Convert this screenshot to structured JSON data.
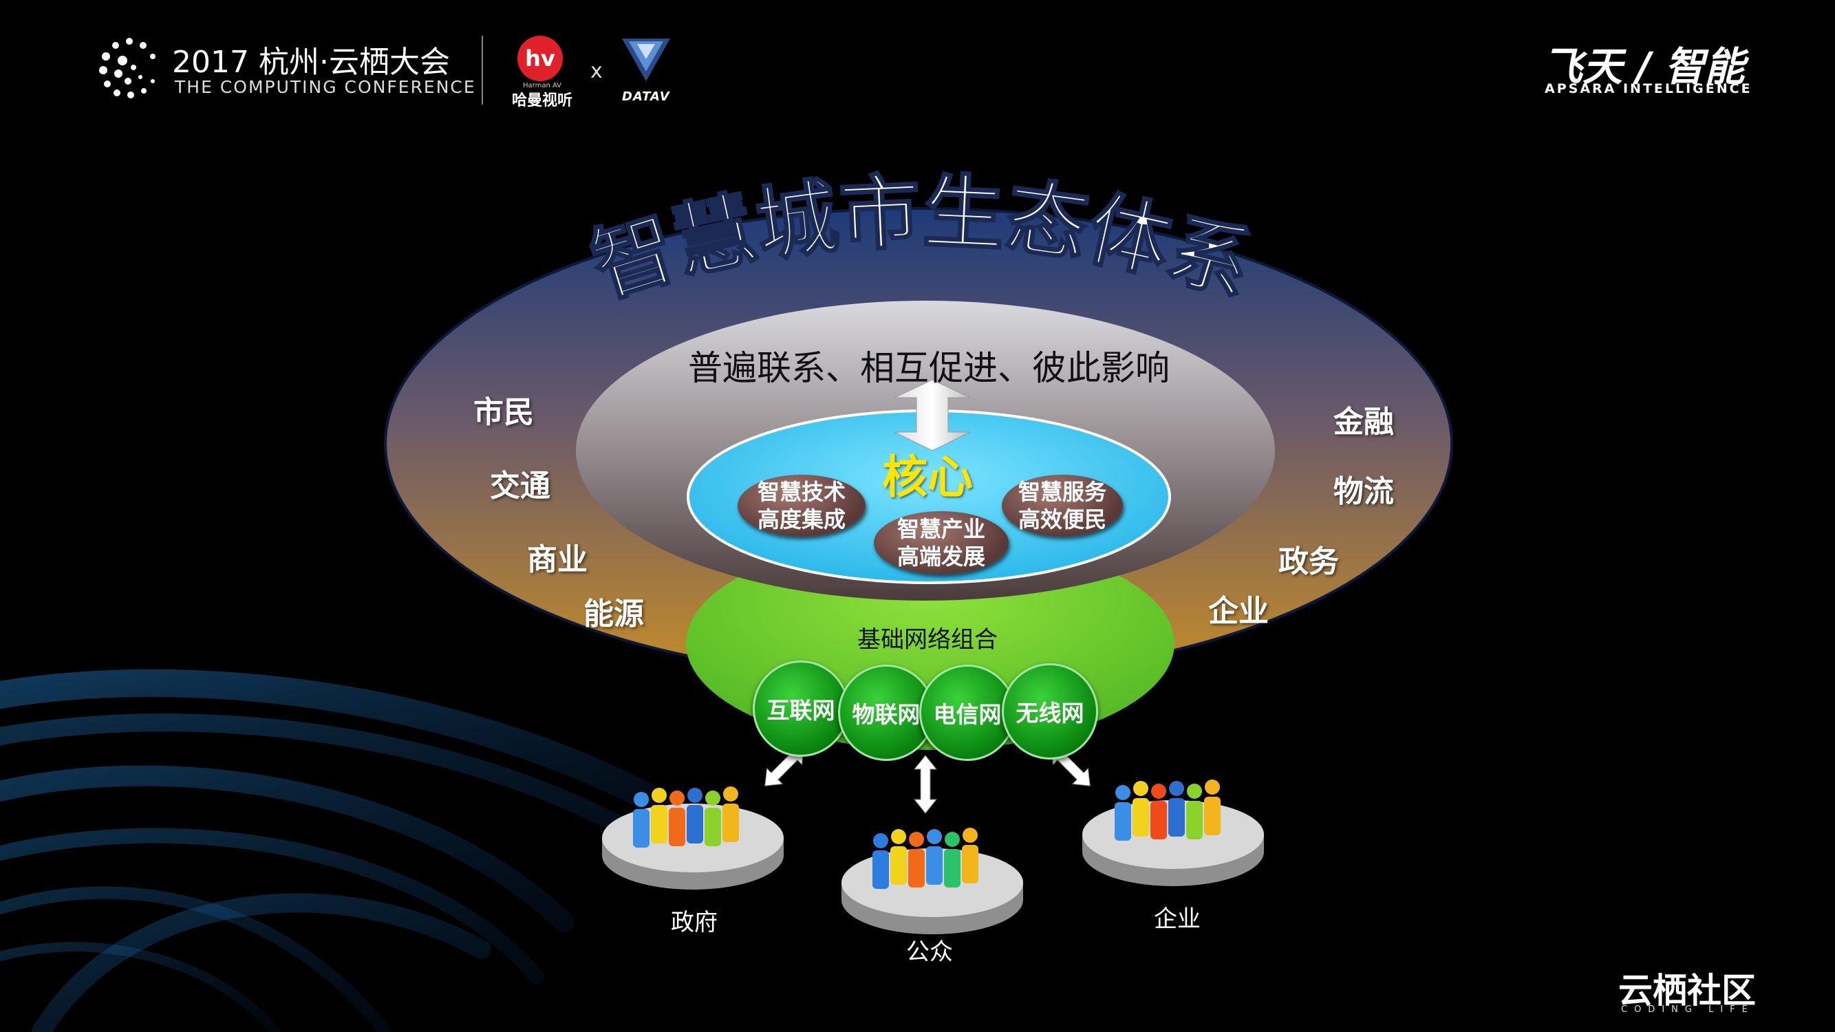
{
  "header": {
    "conference_title": "2017 杭州·云栖大会",
    "conference_subtitle": "THE COMPUTING CONFERENCE",
    "partner1_name": "哈曼视听",
    "partner1_small": "Harman AV",
    "times_sign": "x",
    "partner2_name": "DATAV",
    "brand_title": "飞天 / 智能",
    "brand_subtitle": "APSARA INTELLIGENCE"
  },
  "diagram": {
    "title": "智慧城市生态体系",
    "tagline": "普遍联系、相互促进、彼此影响",
    "core_label": "核心",
    "core_items": [
      {
        "line1": "智慧技术",
        "line2": "高度集成"
      },
      {
        "line1": "智慧产业",
        "line2": "高端发展"
      },
      {
        "line1": "智慧服务",
        "line2": "高效便民"
      }
    ],
    "left_labels": [
      "市民",
      "交通",
      "商业",
      "能源"
    ],
    "right_labels": [
      "金融",
      "物流",
      "政务",
      "企业"
    ],
    "network_label": "基础网络组合",
    "networks": [
      "互联网",
      "物联网",
      "电信网",
      "无线网"
    ],
    "groups": [
      "政府",
      "公众",
      "企业"
    ]
  },
  "footer": {
    "brand": "云栖社区",
    "brand_sub": "CODING LIFE"
  },
  "colors": {
    "background": "#000000",
    "outer_ring_top": "#2e4a86",
    "outer_ring_bottom": "#b9842a",
    "core": "#3cc8f0",
    "network": "#7fd634",
    "core_label": "#ffe600"
  }
}
